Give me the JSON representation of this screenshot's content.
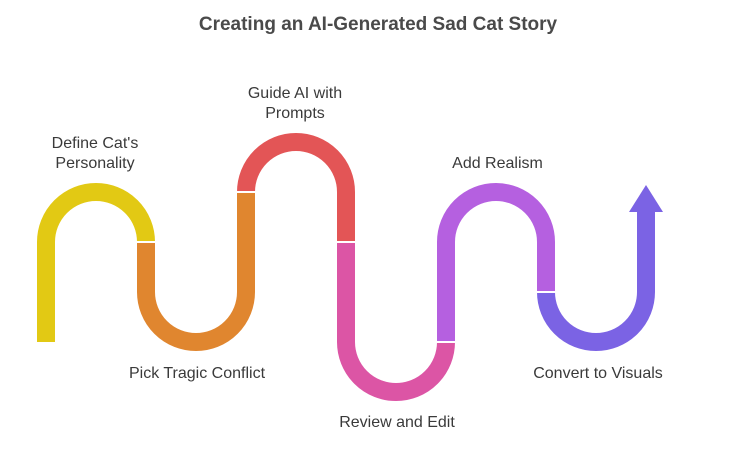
{
  "title": "Creating an AI-Generated Sad Cat Story",
  "steps": [
    {
      "label": "Define Cat's\nPersonality",
      "color": "#e2c914"
    },
    {
      "label": "Pick Tragic Conflict",
      "color": "#e0862f"
    },
    {
      "label": "Guide AI with\nPrompts",
      "color": "#e35556"
    },
    {
      "label": "Review and Edit",
      "color": "#dc55a5"
    },
    {
      "label": "Add Realism",
      "color": "#b560e0"
    },
    {
      "label": "Convert to Visuals",
      "color": "#7b63e4"
    }
  ]
}
